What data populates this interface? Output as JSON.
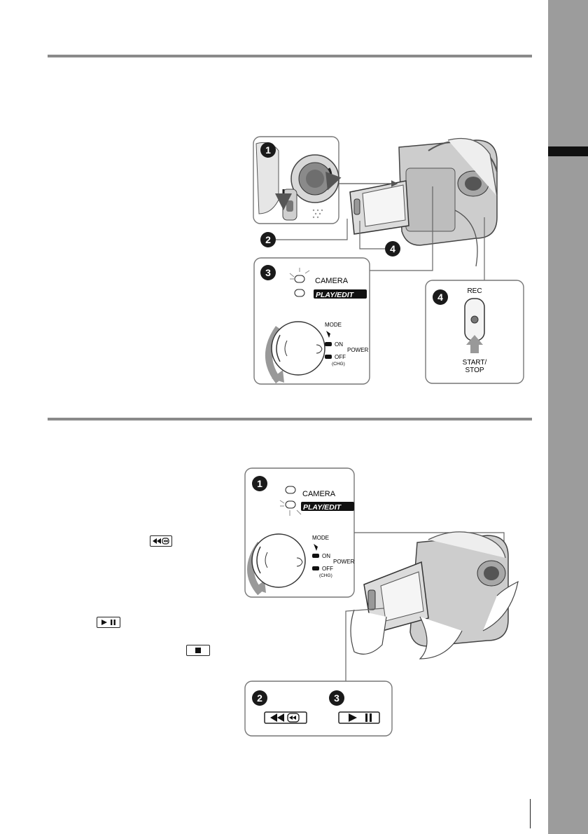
{
  "record_section": {
    "step_badges": [
      "1",
      "2",
      "3",
      "4"
    ],
    "lamp_labels": {
      "camera": "CAMERA",
      "play_edit": "PLAY/EDIT"
    },
    "dial_labels": {
      "mode": "MODE",
      "on": "ON",
      "off": "OFF",
      "chg": "(CHG)",
      "power": "POWER"
    },
    "rec_button": {
      "top_label": "REC",
      "bottom_line1": "START/",
      "bottom_line2": "STOP"
    }
  },
  "play_section": {
    "step_badges": [
      "1",
      "2",
      "3"
    ],
    "lamp_labels": {
      "camera": "CAMERA",
      "play_edit": "PLAY/EDIT"
    },
    "dial_labels": {
      "mode": "MODE",
      "on": "ON",
      "off": "OFF",
      "chg": "(CHG)",
      "power": "POWER"
    }
  },
  "icons": [
    "rewind-icon",
    "play-pause-icon",
    "stop-icon"
  ],
  "colors": {
    "side_tab": "#9c9c9c",
    "rule": "#8a8a8a",
    "badge": "#1a1a1a"
  }
}
